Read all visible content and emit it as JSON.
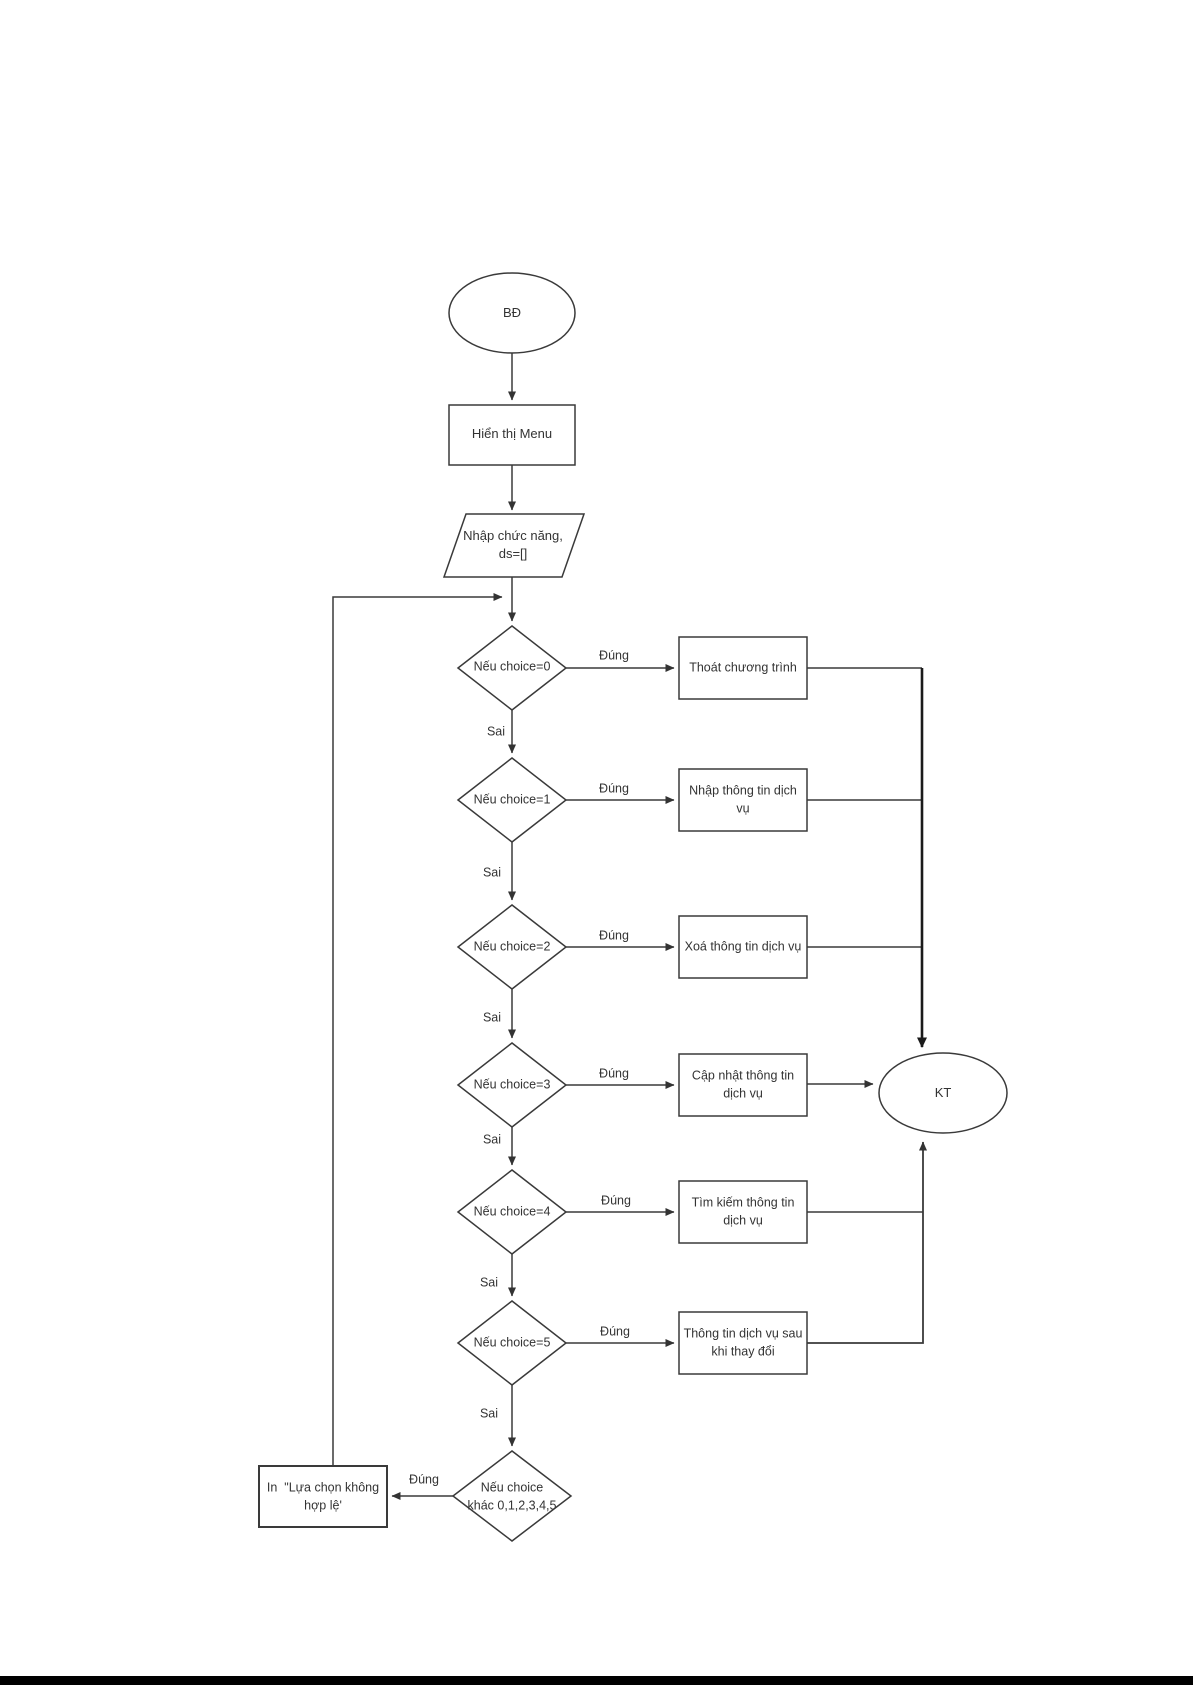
{
  "diagram": {
    "title": "Menu program flowchart (Vietnamese)",
    "colors": {
      "line": "#3a3a3a",
      "background": "#ffffff",
      "bottom_bar": "#000000",
      "text": "#333333"
    },
    "start_label": "BĐ",
    "end_label": "KT",
    "process_menu": "Hiển thị Menu",
    "io_input": "Nhập chức năng,\nds=[]",
    "decisions": [
      "Nếu choice=0",
      "Nếu choice=1",
      "Nếu choice=2",
      "Nếu choice=3",
      "Nếu choice=4",
      "Nếu choice=5"
    ],
    "decision_other": "Nếu choice\nkhác 0,1,2,3,4,5",
    "actions": [
      "Thoát chương trình",
      "Nhập thông tin dịch\nvụ",
      "Xoá thông tin dịch vụ",
      "Cập nhật thông tin\ndịch vụ",
      "Tìm kiếm thông tin\ndịch vụ",
      "Thông tin dịch vụ sau\nkhi thay đổi"
    ],
    "invalid_output": "In  \"Lựa chọn không\nhợp lệ'",
    "yes_label": "Đúng",
    "no_label": "Sai"
  }
}
